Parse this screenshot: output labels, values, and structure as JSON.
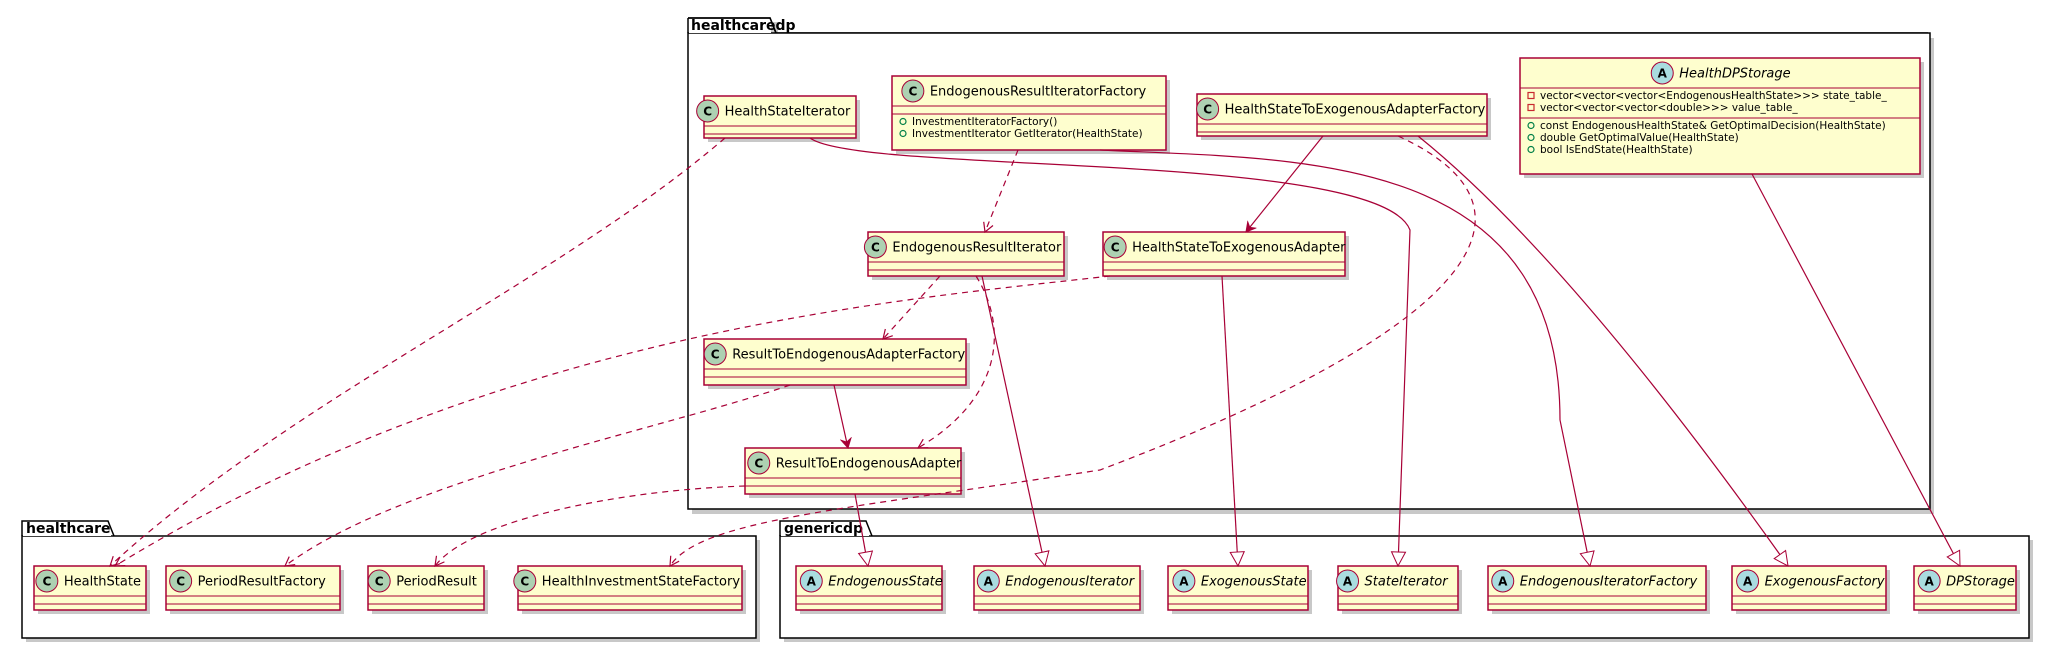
{
  "packages": {
    "healthcaredp": "healthcaredp",
    "healthcare": "healthcare",
    "genericdp": "genericdp"
  },
  "colors": {
    "class_fill": "#FEFECE",
    "class_border": "#A80036",
    "edge": "#A80036",
    "badge_class": "#ADD1B2",
    "badge_abstract": "#A9DCDF",
    "package_fill": "#FFFFFF",
    "shadow": "#C8C8C8"
  },
  "badge_letters": {
    "class": "C",
    "abstract": "A"
  },
  "classes": {
    "health_state_iterator": {
      "name": "HealthStateIterator",
      "kind": "class"
    },
    "endogenous_result_iterator_factory": {
      "name": "EndogenousResultIteratorFactory",
      "kind": "class",
      "methods": [
        {
          "vis": "+",
          "text": "InvestmentIteratorFactory()"
        },
        {
          "vis": "+",
          "text": "InvestmentIterator GetIterator(HealthState)"
        }
      ]
    },
    "health_state_to_exogenous_adapter_factory": {
      "name": "HealthStateToExogenousAdapterFactory",
      "kind": "class"
    },
    "health_dp_storage": {
      "name": "HealthDPStorage",
      "kind": "abstract",
      "fields": [
        {
          "vis": "-",
          "text": "vector<vector<vector<EndogenousHealthState>>> state_table_"
        },
        {
          "vis": "-",
          "text": "vector<vector<vector<double>>> value_table_"
        }
      ],
      "methods": [
        {
          "vis": "+",
          "text": "const EndogenousHealthState& GetOptimalDecision(HealthState)"
        },
        {
          "vis": "+",
          "text": "double GetOptimalValue(HealthState)"
        },
        {
          "vis": "+",
          "text": "bool IsEndState(HealthState)"
        }
      ]
    },
    "endogenous_result_iterator": {
      "name": "EndogenousResultIterator",
      "kind": "class"
    },
    "health_state_to_exogenous_adapter": {
      "name": "HealthStateToExogenousAdapter",
      "kind": "class"
    },
    "result_to_endogenous_adapter_factory": {
      "name": "ResultToEndogenousAdapterFactory",
      "kind": "class"
    },
    "result_to_endogenous_adapter": {
      "name": "ResultToEndogenousAdapter",
      "kind": "class"
    },
    "health_state": {
      "name": "HealthState",
      "kind": "class"
    },
    "period_result_factory": {
      "name": "PeriodResultFactory",
      "kind": "class"
    },
    "period_result": {
      "name": "PeriodResult",
      "kind": "class"
    },
    "health_investment_state_factory": {
      "name": "HealthInvestmentStateFactory",
      "kind": "class"
    },
    "endogenous_state": {
      "name": "EndogenousState",
      "kind": "abstract"
    },
    "endogenous_iterator": {
      "name": "EndogenousIterator",
      "kind": "abstract"
    },
    "exogenous_state": {
      "name": "ExogenousState",
      "kind": "abstract"
    },
    "state_iterator": {
      "name": "StateIterator",
      "kind": "abstract"
    },
    "endogenous_iterator_factory": {
      "name": "EndogenousIteratorFactory",
      "kind": "abstract"
    },
    "exogenous_factory": {
      "name": "ExogenousFactory",
      "kind": "abstract"
    },
    "dp_storage": {
      "name": "DPStorage",
      "kind": "abstract"
    }
  },
  "relations": [
    {
      "from": "health_state_iterator",
      "to": "health_state",
      "type": "dependency"
    },
    {
      "from": "health_state_iterator",
      "to": "state_iterator",
      "type": "inheritance"
    },
    {
      "from": "endogenous_result_iterator_factory",
      "to": "endogenous_result_iterator",
      "type": "dependency"
    },
    {
      "from": "endogenous_result_iterator_factory",
      "to": "endogenous_iterator_factory",
      "type": "inheritance"
    },
    {
      "from": "health_state_to_exogenous_adapter_factory",
      "to": "health_state_to_exogenous_adapter",
      "type": "association"
    },
    {
      "from": "health_state_to_exogenous_adapter_factory",
      "to": "health_investment_state_factory",
      "type": "dependency"
    },
    {
      "from": "health_state_to_exogenous_adapter_factory",
      "to": "exogenous_factory",
      "type": "inheritance"
    },
    {
      "from": "health_dp_storage",
      "to": "dp_storage",
      "type": "inheritance"
    },
    {
      "from": "endogenous_result_iterator",
      "to": "result_to_endogenous_adapter_factory",
      "type": "dependency"
    },
    {
      "from": "endogenous_result_iterator",
      "to": "result_to_endogenous_adapter",
      "type": "dependency"
    },
    {
      "from": "endogenous_result_iterator",
      "to": "endogenous_iterator",
      "type": "inheritance"
    },
    {
      "from": "health_state_to_exogenous_adapter",
      "to": "health_state",
      "type": "dependency"
    },
    {
      "from": "health_state_to_exogenous_adapter",
      "to": "exogenous_state",
      "type": "inheritance"
    },
    {
      "from": "result_to_endogenous_adapter_factory",
      "to": "result_to_endogenous_adapter",
      "type": "association"
    },
    {
      "from": "result_to_endogenous_adapter_factory",
      "to": "period_result_factory",
      "type": "dependency"
    },
    {
      "from": "result_to_endogenous_adapter",
      "to": "period_result",
      "type": "dependency"
    },
    {
      "from": "result_to_endogenous_adapter",
      "to": "endogenous_state",
      "type": "inheritance"
    }
  ]
}
